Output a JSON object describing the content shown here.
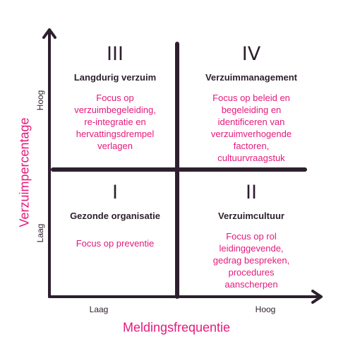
{
  "axes": {
    "x_title": "Meldingsfrequentie",
    "y_title": "Verzuimpercentage",
    "x_low": "Laag",
    "x_high": "Hoog",
    "y_low": "Laag",
    "y_high": "Hoog"
  },
  "quadrants": [
    {
      "numeral": "III",
      "title": "Langdurig verzuim",
      "description": "Focus op\nverzuimbegeleiding,\nre-integratie en\nhervattingsdrempel\nverlagen"
    },
    {
      "numeral": "IV",
      "title": "Verzuimmanagement",
      "description": "Focus op beleid en\nbegeleiding en\nidentificeren van\nverzuimverhogende\nfactoren,\ncultuurvraagstuk"
    },
    {
      "numeral": "I",
      "title": "Gezonde organisatie",
      "description": "Focus op preventie"
    },
    {
      "numeral": "II",
      "title": "Verzuimcultuur",
      "description": "Focus op rol\nleidinggevende,\ngedrag bespreken,\nprocedures\naanscherpen"
    }
  ],
  "colors": {
    "line": "#2d1f2e",
    "accent": "#e5197b"
  }
}
